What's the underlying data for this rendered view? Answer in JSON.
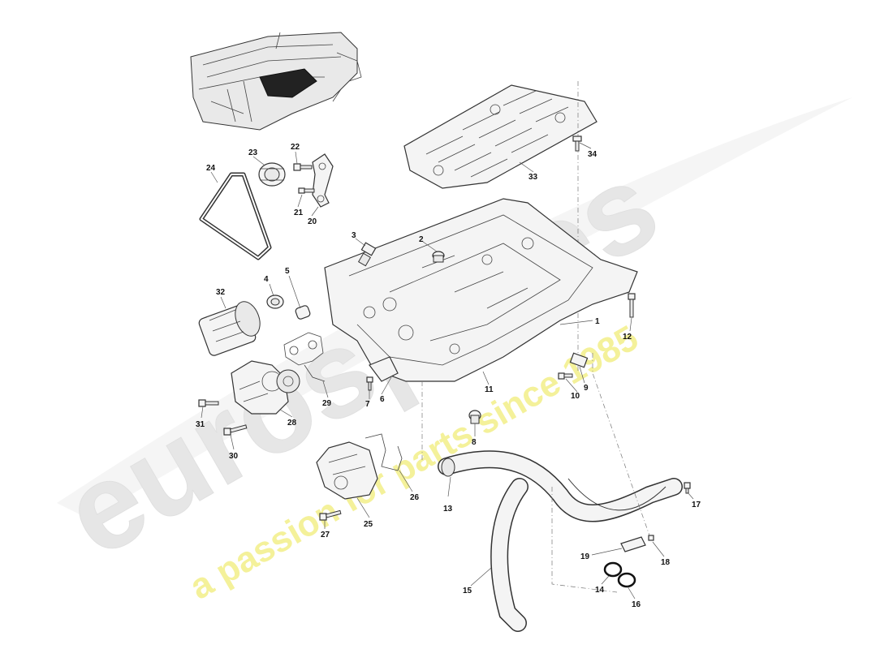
{
  "watermark": {
    "brand": "eurospares",
    "tagline": "a passion for parts since 1985",
    "brand_color": "#e6e6e6",
    "tagline_color": "#f4f19a"
  },
  "labels": [
    {
      "id": "1",
      "text": "1"
    },
    {
      "id": "2",
      "text": "2"
    },
    {
      "id": "3",
      "text": "3"
    },
    {
      "id": "4",
      "text": "4"
    },
    {
      "id": "5",
      "text": "5"
    },
    {
      "id": "6",
      "text": "6"
    },
    {
      "id": "7",
      "text": "7"
    },
    {
      "id": "8",
      "text": "8"
    },
    {
      "id": "9",
      "text": "9"
    },
    {
      "id": "10",
      "text": "10"
    },
    {
      "id": "11",
      "text": "11"
    },
    {
      "id": "12",
      "text": "12"
    },
    {
      "id": "13",
      "text": "13"
    },
    {
      "id": "14",
      "text": "14"
    },
    {
      "id": "15",
      "text": "15"
    },
    {
      "id": "16",
      "text": "16"
    },
    {
      "id": "17",
      "text": "17"
    },
    {
      "id": "18",
      "text": "18"
    },
    {
      "id": "19",
      "text": "19"
    },
    {
      "id": "20",
      "text": "20"
    },
    {
      "id": "21",
      "text": "21"
    },
    {
      "id": "22",
      "text": "22"
    },
    {
      "id": "23",
      "text": "23"
    },
    {
      "id": "24",
      "text": "24"
    },
    {
      "id": "25",
      "text": "25"
    },
    {
      "id": "26",
      "text": "26"
    },
    {
      "id": "27",
      "text": "27"
    },
    {
      "id": "28",
      "text": "28"
    },
    {
      "id": "29",
      "text": "29"
    },
    {
      "id": "30",
      "text": "30"
    },
    {
      "id": "31",
      "text": "31"
    },
    {
      "id": "32",
      "text": "32"
    },
    {
      "id": "33",
      "text": "33"
    },
    {
      "id": "34",
      "text": "34"
    }
  ]
}
